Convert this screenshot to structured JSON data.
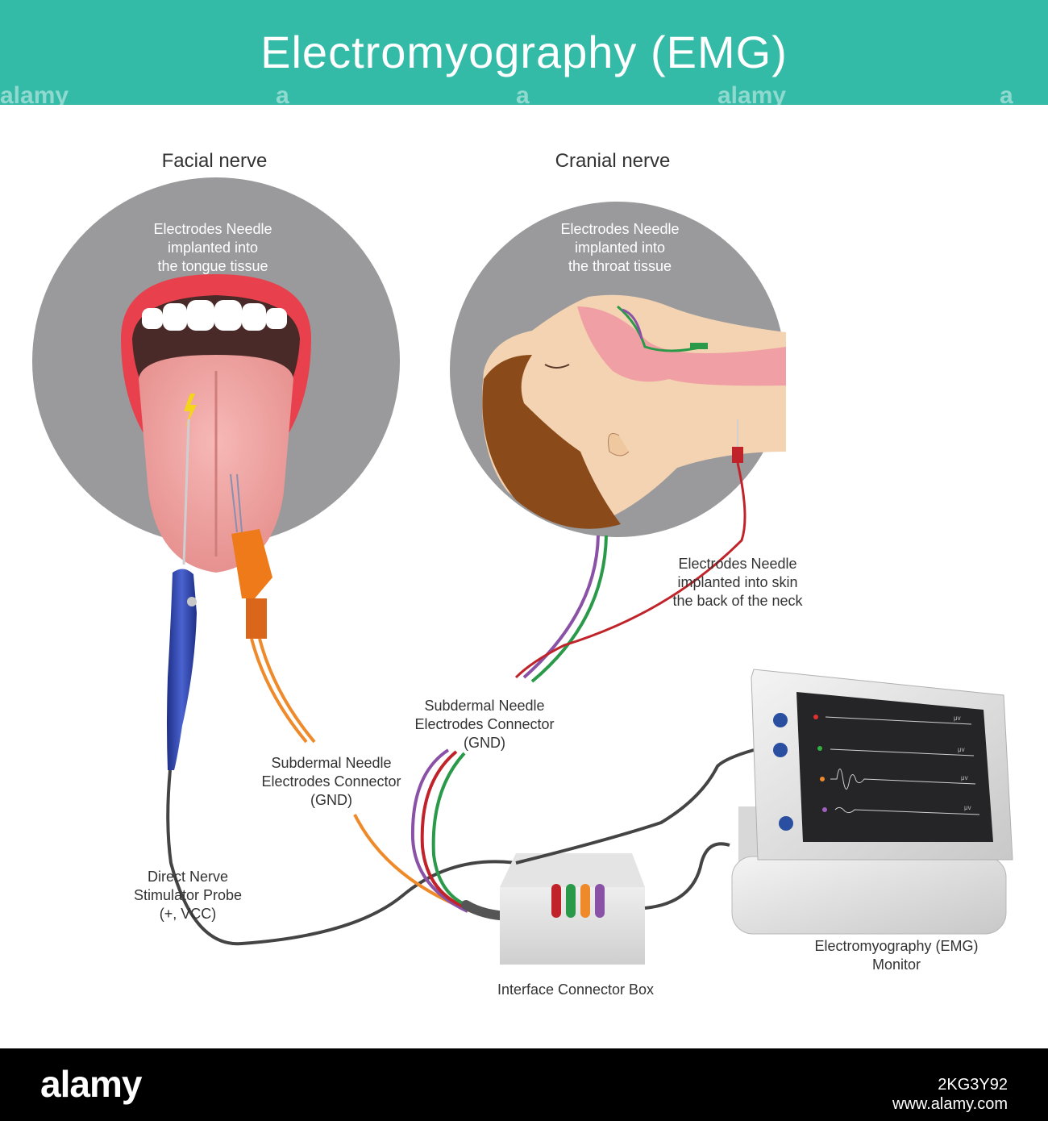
{
  "title": "Electromyography (EMG)",
  "sections": {
    "facial": "Facial nerve",
    "cranial": "Cranial nerve"
  },
  "labels": {
    "tongue_needle": [
      "Electrodes Needle",
      "implanted into",
      "the tongue tissue"
    ],
    "throat_needle": [
      "Electrodes Needle",
      "implanted into",
      "the throat tissue"
    ],
    "neck_needle": [
      "Electrodes Needle",
      "implanted into skin",
      "the back of the neck"
    ],
    "gnd_right": [
      "Subdermal Needle",
      "Electrodes Connector",
      "(GND)"
    ],
    "gnd_left": [
      "Subdermal Needle",
      "Electrodes Connector",
      "(GND)"
    ],
    "probe": [
      "Direct Nerve",
      "Stimulator Probe",
      "(+, VCC)"
    ],
    "monitor": [
      "Electromyography (EMG)",
      "Monitor"
    ],
    "box": "Interface Connector Box"
  },
  "watermark": {
    "logo": "alamy",
    "image_id": "2KG3Y92",
    "site": "www.alamy.com",
    "header_marks": [
      "alamy",
      "a",
      "a",
      "alamy",
      "a"
    ]
  },
  "monitor_unit": "μv",
  "colors": {
    "header": "#33bba8",
    "circle": "#9a9a9c",
    "probe": "#2b3f9e",
    "connector": "#ee7a1a",
    "wire_purple": "#8a52a6",
    "wire_green": "#2a9a4a",
    "wire_red": "#c0242a",
    "wire_orange": "#ee8a2a",
    "wire_gray": "#444444"
  }
}
